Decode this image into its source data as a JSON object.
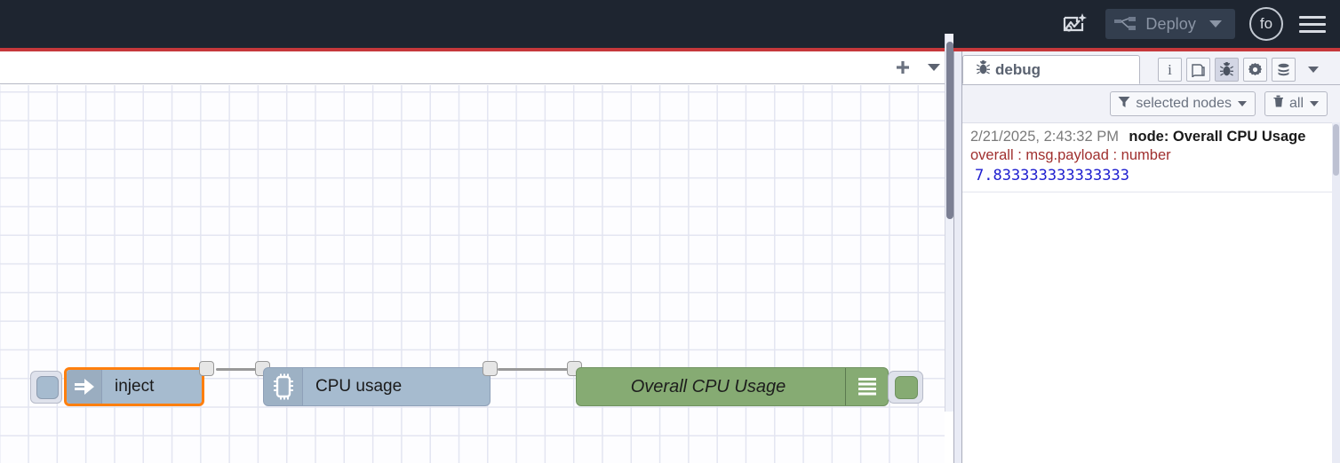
{
  "header": {
    "import_icon": "import-export-icon",
    "deploy": {
      "icon": "deploy-nodes-icon",
      "label": "Deploy",
      "caret_icon": "chevron-down-icon"
    },
    "avatar_initials": "fo",
    "menu_icon": "hamburger-menu-icon"
  },
  "workspace": {
    "tab_bar": {
      "add_icon": "plus-icon",
      "menu_icon": "chevron-down-icon"
    },
    "nodes": [
      {
        "id": "inject",
        "type": "inject",
        "label": "inject",
        "icon": "inject-arrow-icon",
        "selected": true,
        "color": "#a6bbcf",
        "selection_color": "#ff7f0e"
      },
      {
        "id": "cpu-usage",
        "type": "cpu",
        "label": "CPU usage",
        "icon": "cpu-chip-icon",
        "selected": false,
        "color": "#a6bbcf"
      },
      {
        "id": "overall-cpu-usage",
        "type": "debug",
        "label": "Overall CPU Usage",
        "icon": "debug-list-icon",
        "selected": false,
        "color": "#86ab73",
        "enabled": true
      }
    ]
  },
  "sidebar": {
    "tabs": [
      {
        "id": "debug",
        "label": "debug",
        "icon": "bug-icon",
        "active": true
      }
    ],
    "tab_buttons": [
      {
        "name": "info-icon",
        "label": "i",
        "active": false
      },
      {
        "name": "help-book-icon",
        "label": "",
        "active": false
      },
      {
        "name": "bug-icon",
        "label": "",
        "active": true
      },
      {
        "name": "gear-icon",
        "label": "",
        "active": false
      },
      {
        "name": "context-stack-icon",
        "label": "",
        "active": false
      }
    ],
    "tab_caret_icon": "chevron-down-icon",
    "filters": [
      {
        "name": "filter-nodes",
        "icon": "funnel-icon",
        "label": "selected nodes",
        "caret": "chevron-down-icon"
      },
      {
        "name": "clear-messages",
        "icon": "trash-icon",
        "label": "all",
        "caret": "chevron-down-icon"
      }
    ],
    "messages": [
      {
        "timestamp": "2/21/2025, 2:43:32 PM",
        "node": "node: Overall CPU Usage",
        "topic": "overall : msg.payload : number",
        "value": "7.833333333333333"
      }
    ]
  },
  "colors": {
    "header_bg": "#1e2530",
    "deploy_strip": "#c6383b",
    "node_blue": "#a6bbcf",
    "node_green": "#86ab73",
    "selection_orange": "#ff7f0e",
    "debug_value_blue": "#2020d0",
    "debug_topic_red": "#a0302f"
  }
}
